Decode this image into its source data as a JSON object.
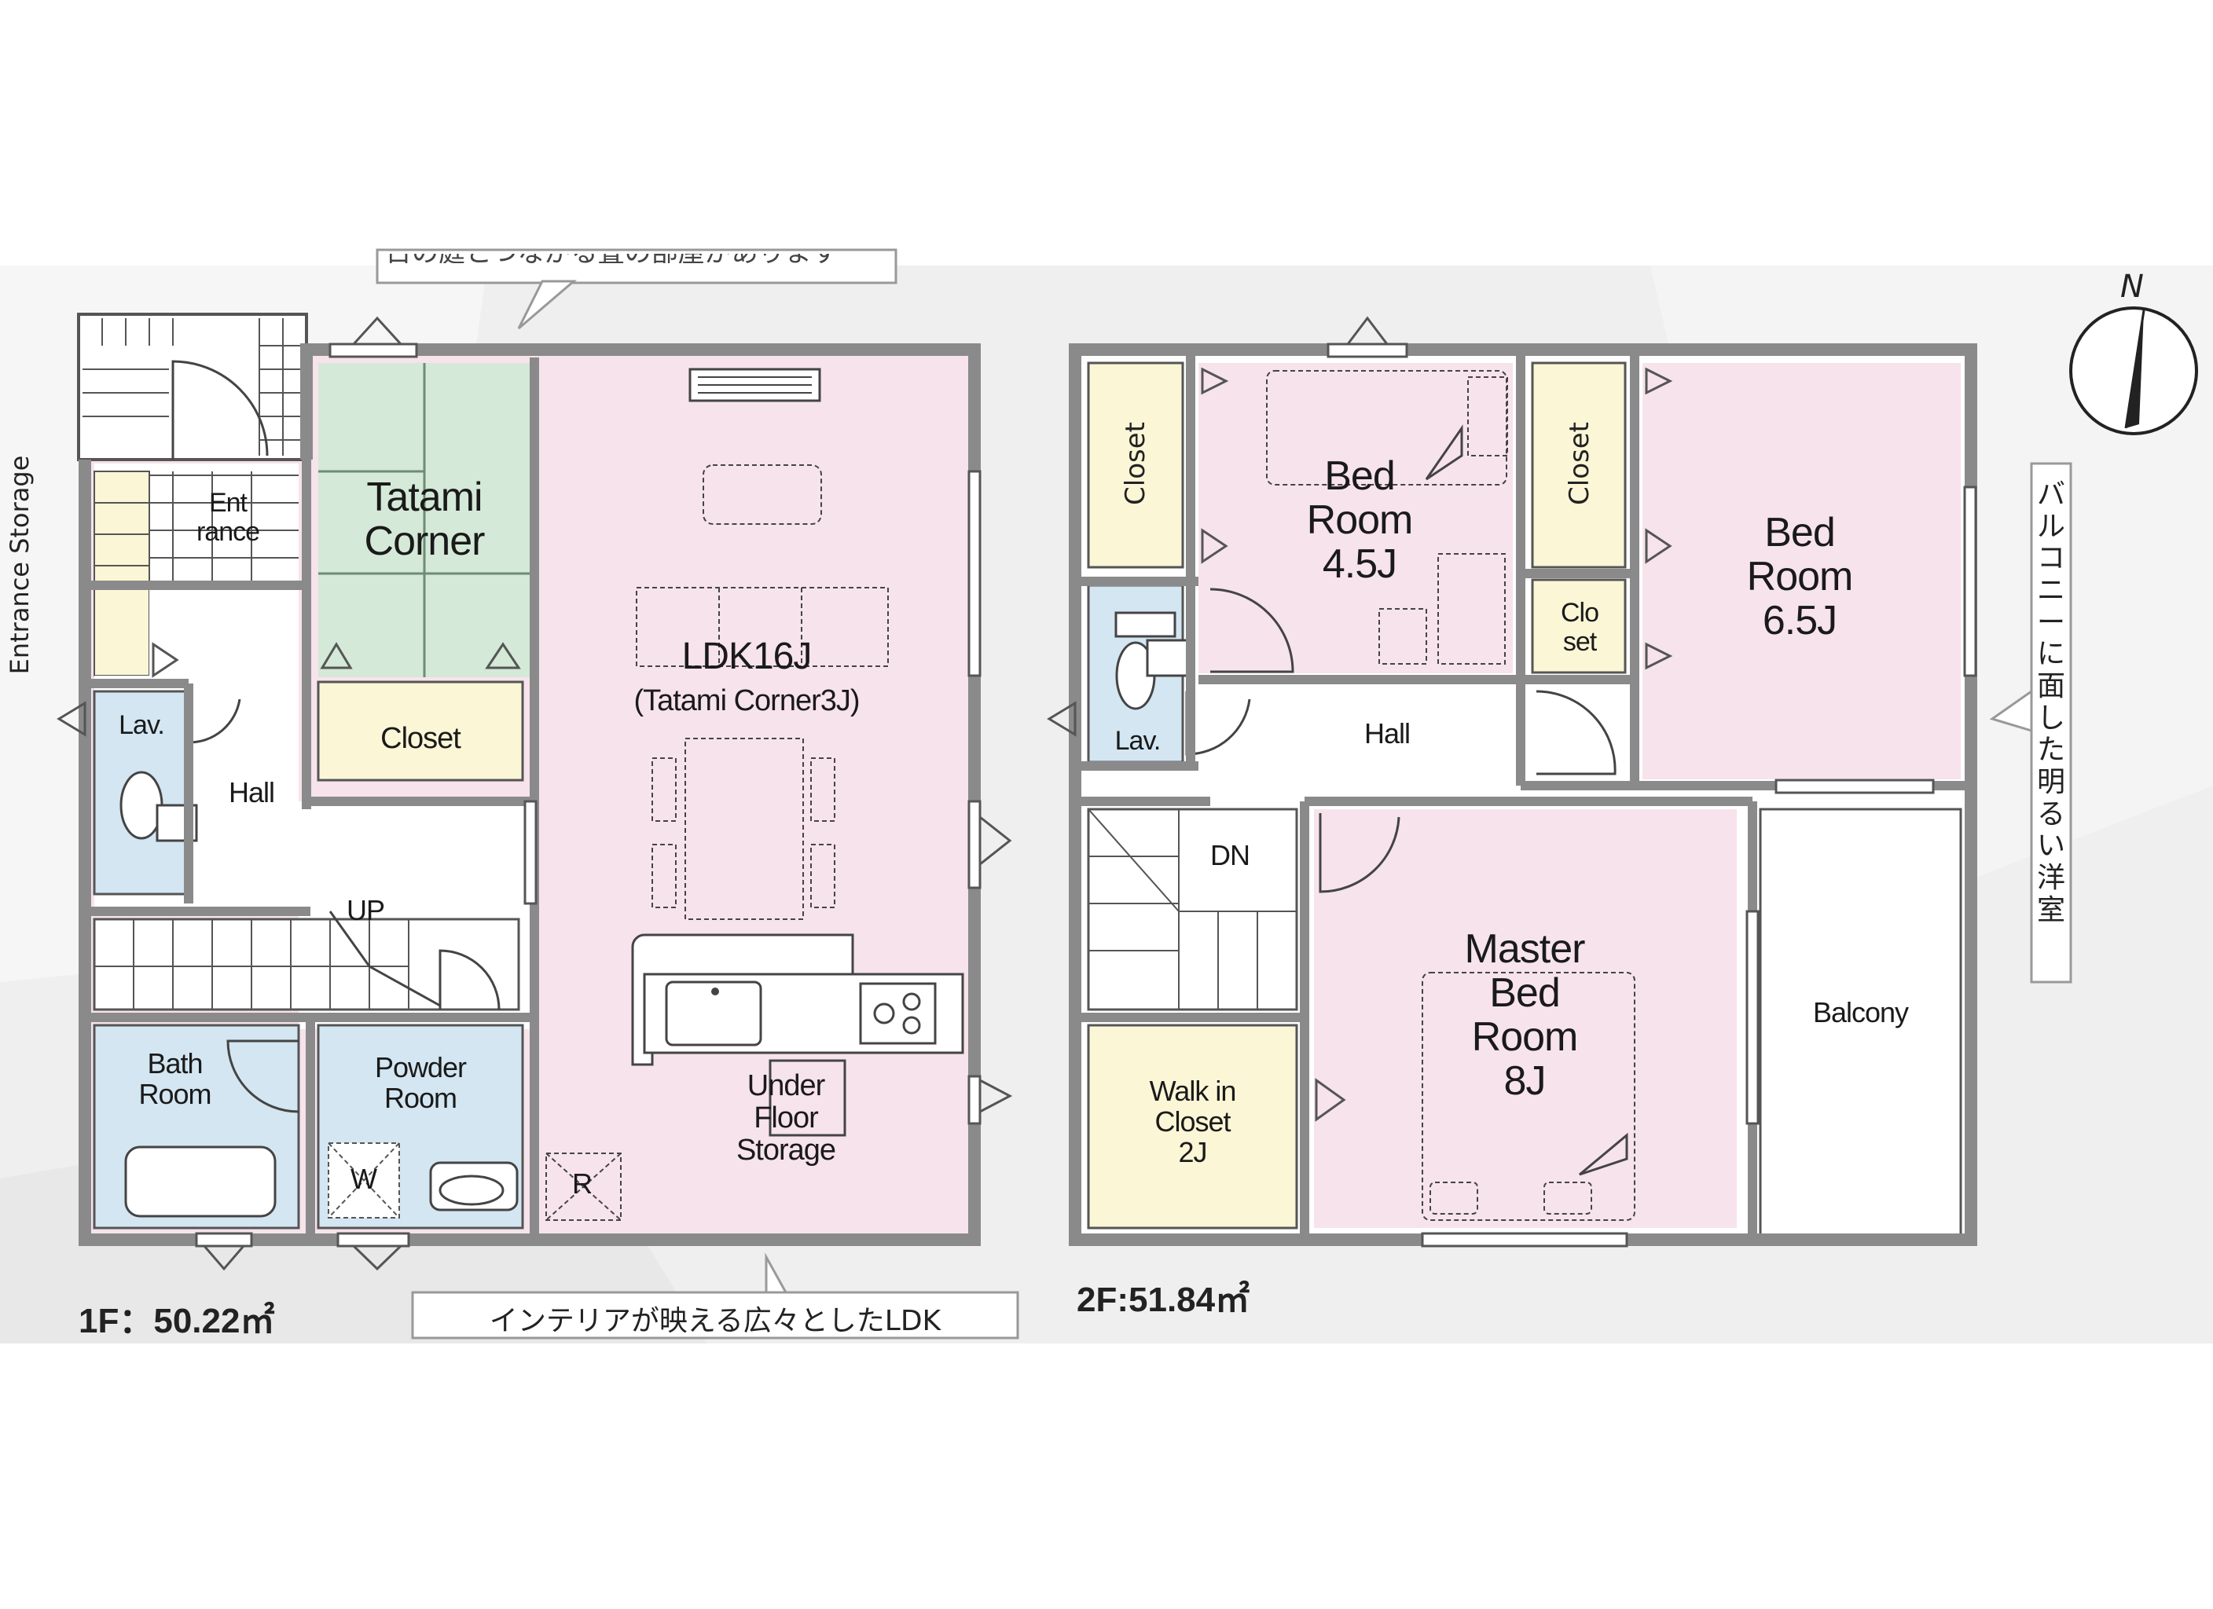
{
  "top_banner_partial": "日の庭とつながる畳の部屋があります",
  "rooms_1f": {
    "tatami_corner": "Tatami\nCorner",
    "closet": "Closet",
    "ldk": "LDK16J",
    "ldk_sub": "(Tatami Corner3J)",
    "entrance": "Ent\nrance",
    "entrance_storage": "Entrance Storage",
    "lav": "Lav.",
    "hall": "Hall",
    "up": "UP",
    "bath_room": "Bath\nRoom",
    "powder_room": "Powder\nRoom",
    "washer": "W",
    "fridge": "R",
    "under_floor_storage": "Under\nFloor\nStorage"
  },
  "rooms_2f": {
    "closet_left": "Closet",
    "bed_room_45": "Bed\nRoom\n4.5J",
    "closet_mid": "Closet",
    "closet_small": "Clo\nset",
    "bed_room_65": "Bed\nRoom\n6.5J",
    "lav": "Lav.",
    "hall": "Hall",
    "dn": "DN",
    "walk_in_closet": "Walk in\nCloset\n2J",
    "master_bed_room": "Master\nBed\nRoom\n8J",
    "balcony": "Balcony"
  },
  "area_1f": "1F：50.22㎡",
  "area_2f": "2F:51.84㎡",
  "note_ldk": "インテリアが映える広々としたLDK",
  "note_balcony": "バルコニーに面した明るい洋室",
  "north_label": "N",
  "colors": {
    "wall": "#8a8a8a",
    "pink_room": "#f7e3ec",
    "tatami_green": "#d4e9d7",
    "closet_yellow": "#fbf6d6",
    "wet_blue": "#d3e6f2",
    "white_room": "#ffffff",
    "background_gray": "#efefef"
  }
}
